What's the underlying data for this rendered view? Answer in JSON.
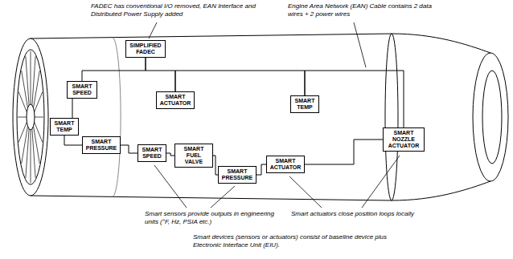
{
  "diagram": {
    "nodes": [
      {
        "text": [
          "SIMPLIFIED FADEC"
        ]
      },
      {
        "text": [
          "SMART SPEED"
        ]
      },
      {
        "text": [
          "SMART ACTUATOR"
        ]
      },
      {
        "text": [
          "SMART TEMP"
        ]
      },
      {
        "text": [
          "SMART TEMP"
        ]
      },
      {
        "text": [
          "SMART PRESSURE"
        ]
      },
      {
        "text": [
          "SMART SPEED"
        ]
      },
      {
        "text": [
          "SMART FUEL VALVE"
        ]
      },
      {
        "text": [
          "SMART PRESSURE"
        ]
      },
      {
        "text": [
          "SMART ACTUATOR"
        ]
      },
      {
        "text": [
          "SMART NOZZLE ACTUATOR"
        ]
      }
    ],
    "edges": [
      {
        "from": 0,
        "to": 1,
        "arrow": "none"
      },
      {
        "from": 0,
        "to": 2,
        "arrow": "none"
      },
      {
        "from": 2,
        "to": 3,
        "arrow": "none"
      },
      {
        "from": 3,
        "to": 10,
        "arrow": "none"
      },
      {
        "from": 1,
        "to": 4,
        "arrow": "none"
      },
      {
        "from": 4,
        "to": 5,
        "arrow": "none"
      },
      {
        "from": 5,
        "to": 6,
        "arrow": "none"
      },
      {
        "from": 6,
        "to": 7,
        "arrow": "none"
      },
      {
        "from": 7,
        "to": 8,
        "arrow": "none"
      },
      {
        "from": 8,
        "to": 9,
        "arrow": "none"
      },
      {
        "from": 9,
        "to": 10,
        "arrow": "none"
      }
    ],
    "labels": [
      "FADEC has conventional I/O removed, EAN Interface and Distributed Power Supply added",
      "Engine Area Network (EAN) Cable contains 2 data wires + 2 power wires",
      "Smart sensors provide outputs in engineering units (°F, Hz, PSIA etc.)",
      "Smart actuators close position loops locally",
      "Smart devices (sensors or actuators) consist of baseline device plus Electronic Interface Unit (EIU)."
    ]
  }
}
